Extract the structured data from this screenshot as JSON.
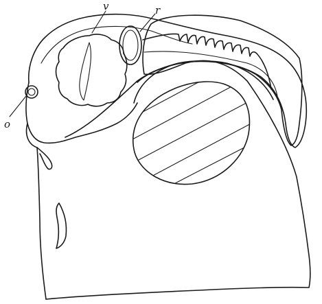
{
  "labels": {
    "v": "v",
    "r": "r",
    "o": "o"
  },
  "colors": {
    "ink": "#1a1a1a",
    "paper": "#ffffff"
  }
}
